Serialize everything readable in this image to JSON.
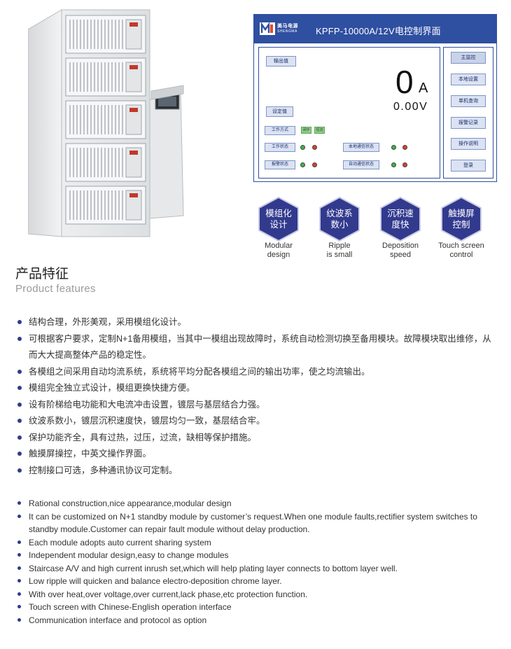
{
  "hmi": {
    "brand_cn": "美马电源",
    "brand_en": "SHENGMA",
    "title": "KPFP-10000A/12V电控制界面",
    "output_label": "输出值",
    "current_value": "0",
    "current_unit": "A",
    "voltage_display": "0.00V",
    "setpoint_label": "设定值",
    "work_mode_label": "工作方式",
    "mode_options": [
      "闭环",
      "恒流"
    ],
    "work_status_label": "工作状态",
    "alarm_status_label": "报警状态",
    "local_comm_label": "本地通信状态",
    "auto_comm_label": "自动通信状态",
    "side_menu": [
      "主监控",
      "本地设置",
      "单机查询",
      "报警记录",
      "操作说明",
      "登录"
    ],
    "colors": {
      "frame": "#2f4fa1",
      "button_bg": "#dbe3f3",
      "led_green": "#39b54a",
      "led_red": "#e5392f"
    }
  },
  "features": [
    {
      "cn": [
        "模组化",
        "设计"
      ],
      "en": [
        "Modular",
        "design"
      ]
    },
    {
      "cn": [
        "纹波系",
        "数小"
      ],
      "en": [
        "Ripple",
        "is small"
      ]
    },
    {
      "cn": [
        "沉积速",
        "度快"
      ],
      "en": [
        "Deposition",
        "speed"
      ]
    },
    {
      "cn": [
        "触摸屏",
        "控制"
      ],
      "en": [
        "Touch screen",
        "control"
      ]
    }
  ],
  "section": {
    "title_cn": "产品特征",
    "title_en": "Product features"
  },
  "bullets_cn": [
    "结构合理，外形美观，采用模组化设计。",
    "可根据客户要求，定制N+1备用模组，当其中一模组出现故障时，系统自动检测切换至备用模块。故障模块取出维修，从而大大提高整体产品的稳定性。",
    "各模组之间采用自动均流系统，系统将平均分配各模组之间的输出功率，使之均流输出。",
    "模组完全独立式设计，模组更换快捷方便。",
    "设有阶梯给电功能和大电流冲击设置，镀层与基层结合力强。",
    "纹波系数小，镀层沉积速度快，镀层均匀一致，基层结合牢。",
    "保护功能齐全，具有过热，过压，过流，缺相等保护措施。",
    "触摸屏操控，中英文操作界面。",
    "控制接口可选，多种通讯协议可定制。"
  ],
  "bullets_en": [
    "Rational construction,nice appearance,modular design",
    "It can be customized on N+1 standby module by customer’s request.When one module faults,rectifier system switches to standby module.Customer can repair fault module without delay production.",
    "Each module adopts auto current sharing system",
    "Independent modular design,easy to change modules",
    "Staircase A/V and high current inrush set,which will help plating layer connects to bottom layer well.",
    "Low ripple will quicken and balance electro-deposition chrome layer.",
    "With over heat,over voltage,over current,lack phase,etc protection function.",
    "Touch screen with Chinese-English operation interface",
    "Communication interface and protocol as option"
  ]
}
